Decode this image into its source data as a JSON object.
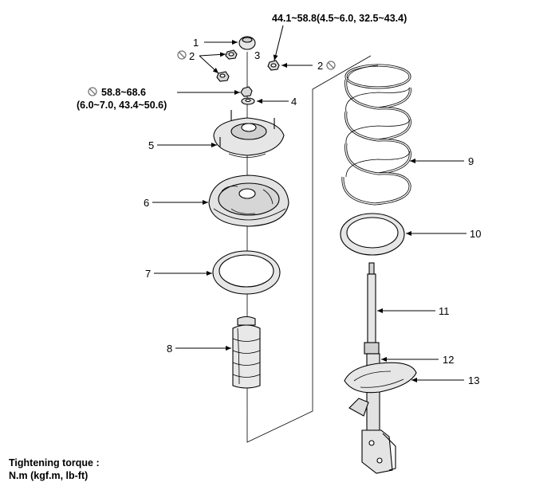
{
  "torque": {
    "top_right": "44.1~58.8(4.5~6.0, 32.5~43.4)",
    "nut_value": "58.8~68.6",
    "nut_detail": "(6.0~7.0, 43.4~50.6)"
  },
  "callouts": [
    "1",
    "2",
    "3",
    "2",
    "4",
    "5",
    "6",
    "7",
    "8",
    "9",
    "10",
    "11",
    "12",
    "13"
  ],
  "legend": {
    "line1": "Tightening torque :",
    "line2": "N.m (kgf.m,  lb-ft)"
  }
}
